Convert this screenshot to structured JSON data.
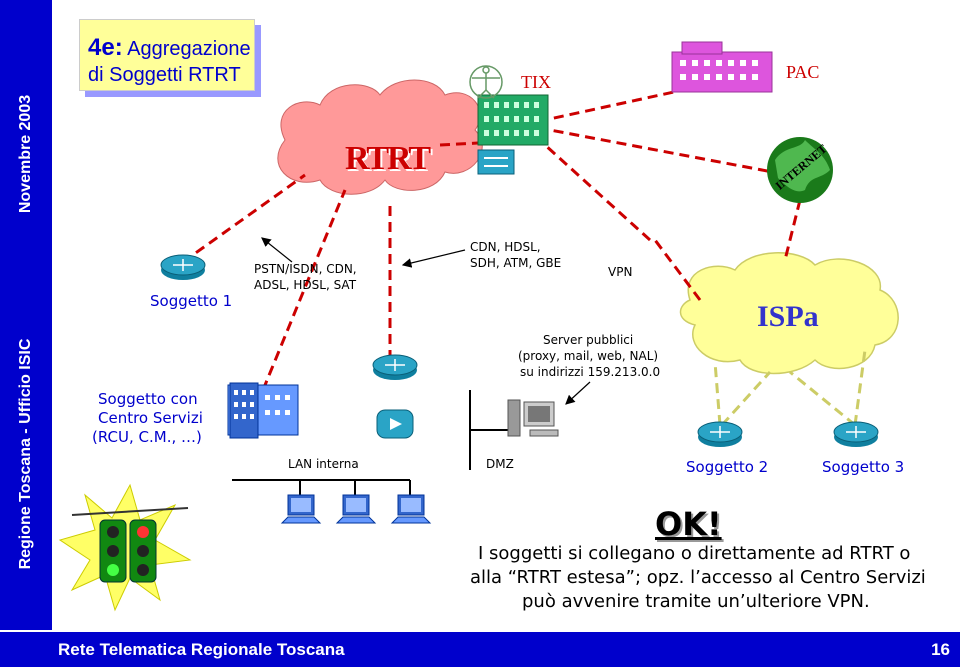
{
  "sidebar": {
    "date": "Novembre 2003",
    "org": "Regione Toscana - Ufficio ISIC"
  },
  "title": {
    "number": "4e:",
    "line1": "Aggregazione",
    "line2": "di Soggetti RTRT"
  },
  "clouds": {
    "rtrt_logo": "RTRT",
    "ispa": "ISPa"
  },
  "labels": {
    "tix": "TIX",
    "pac": "PAC",
    "internet_globe": "INTERNET",
    "soggetto1": "Soggetto 1",
    "soggetto_centro_l1": "Soggetto con",
    "soggetto_centro_l2": "Centro Servizi",
    "soggetto_centro_l3": "(RCU, C.M., …)",
    "pstn_l1": "PSTN/ISDN, CDN,",
    "pstn_l2": "ADSL, HDSL, SAT",
    "cdn_l1": "CDN, HDSL,",
    "cdn_l2": "SDH, ATM, GBE",
    "vpn": "VPN",
    "server_l1": "Server pubblici",
    "server_l2": "(proxy, mail, web, NAL)",
    "server_l3": "su indirizzi 159.213.0.0",
    "lan": "LAN interna",
    "dmz": "DMZ",
    "soggetto2": "Soggetto 2",
    "soggetto3": "Soggetto  3"
  },
  "message": {
    "ok": "OK!",
    "line1": "I soggetti si collegano o direttamente ad RTRT o",
    "line2": "alla “RTRT estesa”; opz. l’accesso al Centro Servizi",
    "line3": "può avvenire tramite un’ulteriore VPN."
  },
  "footer": {
    "left": "Rete Telematica Regionale Toscana",
    "page": "16"
  },
  "colors": {
    "sidebar": "#0000cc",
    "cloud_red": "#ff9999",
    "cloud_yellow": "#ffff99",
    "link_red": "#cc0000",
    "link_dashed_yellow": "#cccc66",
    "router": "#0f7f9f",
    "building": "#3366cc"
  }
}
